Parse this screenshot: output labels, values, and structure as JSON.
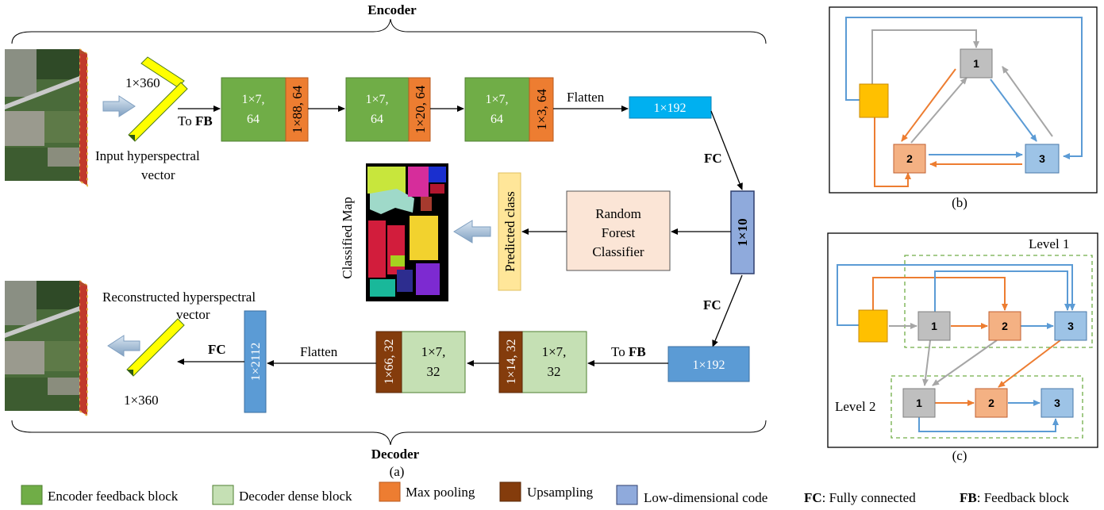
{
  "panel_a": {
    "encoder_title": "Encoder",
    "decoder_title": "Decoder",
    "caption": "(a)",
    "input_size": "1×360",
    "to_fb": "To",
    "fb_bold": "FB",
    "input_caption_1": "Input hyperspectral",
    "input_caption_2": "vector",
    "enc_blocks": [
      {
        "conv_1": "1×7,",
        "conv_2": "64",
        "pool": "1×88, 64"
      },
      {
        "conv_1": "1×7,",
        "conv_2": "64",
        "pool": "1×20, 64"
      },
      {
        "conv_1": "1×7,",
        "conv_2": "64",
        "pool": "1×3, 64"
      }
    ],
    "flatten": "Flatten",
    "enc_flat": "1×192",
    "fc": "FC",
    "code": "1×10",
    "rf_1": "Random",
    "rf_2": "Forest",
    "rf_3": "Classifier",
    "predicted_class": "Predicted class",
    "classified_map": "Classified Map",
    "dec_flat": "1×192",
    "to_fb_dec": "To",
    "dec_blocks": [
      {
        "dense_1": "1×7,",
        "dense_2": "32",
        "up": "1×14, 32"
      },
      {
        "dense_1": "1×7,",
        "dense_2": "32",
        "up": "1×66, 32"
      }
    ],
    "flatten_dec": "Flatten",
    "dec_out": "1×2112",
    "fc_dec": "FC",
    "recon_caption_1": "Reconstructed hyperspectral",
    "recon_caption_2": "vector",
    "output_size": "1×360"
  },
  "panel_b": {
    "caption": "(b)",
    "nodes": [
      "1",
      "2",
      "3"
    ]
  },
  "panel_c": {
    "caption": "(c)",
    "level1": "Level 1",
    "level2": "Level 2",
    "level1_nodes": [
      "1",
      "2",
      "3"
    ],
    "level2_nodes": [
      "1",
      "2",
      "3"
    ]
  },
  "legend": {
    "encoder_feedback": "Encoder feedback block",
    "decoder_dense": "Decoder dense block",
    "max_pooling": "Max pooling",
    "upsampling": "Upsampling",
    "low_dim_code": "Low-dimensional code",
    "fc_key": "FC",
    "fc_desc": ": Fully connected",
    "fb_key": "FB",
    "fb_desc": ": Feedback block"
  },
  "colors": {
    "encoder_green": "#70ad47",
    "decoder_light_green": "#c5e0b4",
    "max_pool_orange": "#ed7d31",
    "upsampling_brown": "#843c0c",
    "code_blue": "#8faadc",
    "flatten_cyan": "#00b0f0",
    "dec_blue": "#5b9bd5",
    "rf_pink": "#fbe5d6",
    "predicted_yellow": "#ffe699",
    "node_gray": "#bfbfbf",
    "node_orange": "#f4b183",
    "node_blue": "#9dc3e6",
    "node_yellow": "#ffc000",
    "arrow_blue": "#5b9bd5",
    "arrow_orange": "#ed7d31",
    "arrow_gray": "#a6a6a6"
  }
}
